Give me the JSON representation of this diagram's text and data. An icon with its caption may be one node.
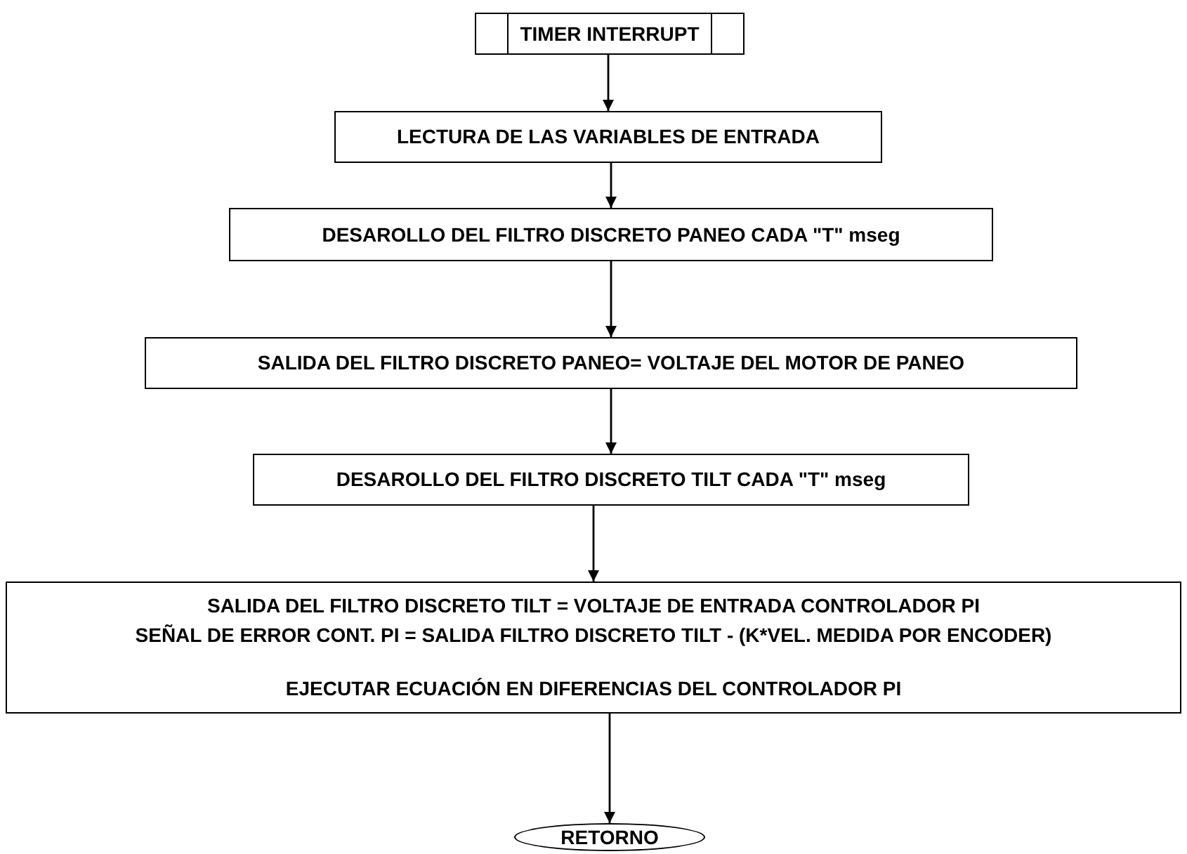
{
  "diagram": {
    "nodes": [
      {
        "text": [
          "TIMER INTERRUPT"
        ]
      },
      {
        "text": [
          "LECTURA DE LAS VARIABLES DE ENTRADA"
        ]
      },
      {
        "text": [
          "DESAROLLO DEL FILTRO DISCRETO PANEO CADA \"T\" mseg"
        ]
      },
      {
        "text": [
          "SALIDA DEL FILTRO DISCRETO PANEO= VOLTAJE DEL MOTOR DE PANEO"
        ]
      },
      {
        "text": [
          "DESAROLLO DEL FILTRO DISCRETO TILT CADA \"T\" mseg"
        ]
      },
      {
        "text": [
          "SALIDA DEL FILTRO DISCRETO TILT = VOLTAJE DE ENTRADA CONTROLADOR PI",
          "SEÑAL DE ERROR CONT. PI = SALIDA FILTRO DISCRETO TILT - (K*VEL. MEDIDA POR ENCODER)",
          "EJECUTAR ECUACIÓN EN DIFERENCIAS DEL CONTROLADOR PI"
        ]
      },
      {
        "text": [
          "RETORNO"
        ]
      }
    ],
    "edges": [
      {
        "from": 0,
        "to": 1,
        "arrow": "to"
      },
      {
        "from": 1,
        "to": 2,
        "arrow": "to"
      },
      {
        "from": 2,
        "to": 3,
        "arrow": "to"
      },
      {
        "from": 3,
        "to": 4,
        "arrow": "to"
      },
      {
        "from": 4,
        "to": 5,
        "arrow": "to"
      },
      {
        "from": 5,
        "to": 6,
        "arrow": "to"
      }
    ]
  }
}
